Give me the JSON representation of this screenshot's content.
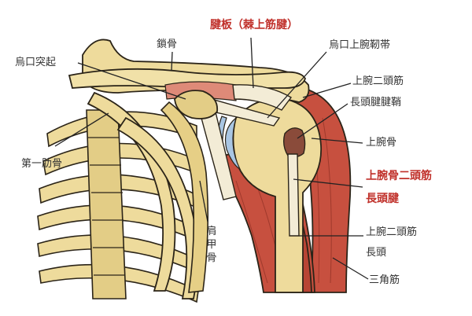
{
  "labels": {
    "tendon_plate": "腱板（棘上筋腱）",
    "clavicle": "鎖骨",
    "coracoid_process": "烏口突起",
    "coracohumeral_ligament": "烏口上腕靭帯",
    "biceps_muscle": "上腕二頭筋",
    "long_head_sheath": "長頭腱腱鞘",
    "first_rib": "第一肋骨",
    "humerus": "上腕骨",
    "biceps_long_head_tendon_1": "上腕骨二頭筋",
    "biceps_long_head_tendon_2": "長頭腱",
    "scapula": "肩甲骨",
    "biceps_long_head_1": "上腕二頭筋",
    "biceps_long_head_2": "長頭",
    "deltoid": "三角筋"
  },
  "colors": {
    "bone": "#eedb9c",
    "bone_shade": "#c9ad5e",
    "outline": "#2b2418",
    "muscle": "#c7503f",
    "muscle_light": "#de8a78",
    "tendon": "#f3ecd6",
    "cartilage": "#a9c6e3",
    "sheath": "#8a4b3a",
    "label_red": "#c0302a",
    "label_text": "#333333"
  }
}
